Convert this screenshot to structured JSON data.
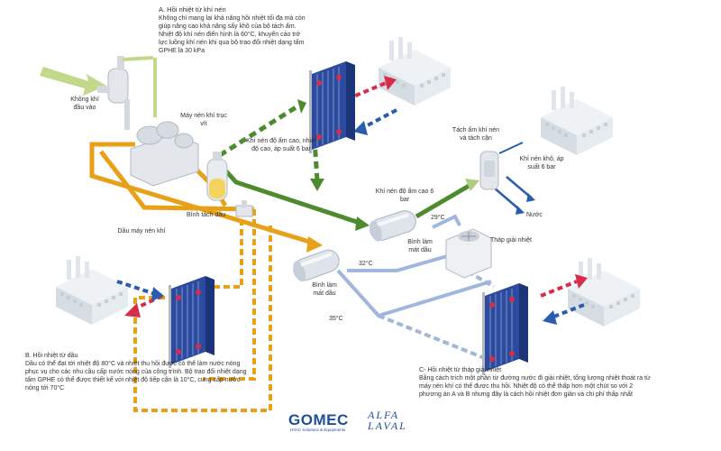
{
  "section_a": {
    "title": "A. Hồi nhiệt từ khí nén",
    "body": "Không chỉ mang lại khả năng hồi nhiệt tối đa mà còn giúp nâng cao khả năng sấy khô của bộ tách ẩm. Nhiệt độ khí nén điển hình là 60°C, khuyến cáo trở lực luồng khí nén khi qua bộ trao đổi nhiệt dạng tấm GPHE là 30 kPa"
  },
  "section_b": {
    "title": "B. Hồi nhiệt từ dầu",
    "body": "Dầu có thể đạt tới nhiệt độ 80°C và nhiệt thu hồi được có thể làm nước nóng phục vụ cho các nhu cầu cấp nước nóng của công trình. Bộ trao đổi nhiệt dạng tấm GPHE có thể được thiết kế với nhiệt độ tiếp cận là 10°C, cung cấp nước nóng tới 70°C"
  },
  "section_c": {
    "title": "C- Hồi nhiệt từ tháp giải nhiệt",
    "body": "Bằng cách trích một phần từ đường nước đi giải nhiệt, tổng lượng nhiệt thoát ra từ máy nén khí có thể được thu hồi. Nhiệt độ có thể thấp hơn một chút so với 2 phương án A và B nhưng đây là cách hồi nhiệt đơn giản và chi phí thấp nhất"
  },
  "labels": {
    "air_inlet": "Không khí đầu vào",
    "compressor": "Máy nén khí trục vít",
    "oil_separator": "Bình tách dầu",
    "compressor_oil": "Dầu máy nén khí",
    "hot_humid_air": "Khí nén độ ẩm cao, nhiệt độ cao, áp suất 6 bar",
    "humid_air_6bar": "Khí nén độ ẩm cao 6 bar",
    "dryer": "Tách ẩm khí nén và tách cặn",
    "dry_air": "Khí nén khô, áp suất 6 bar",
    "water": "Nước",
    "cooling_tower": "Tháp giải nhiệt",
    "oil_cooler_top": "Bình làm mát dầu",
    "oil_cooler_main": "Bình làm mát dầu"
  },
  "temperatures": {
    "t29": "29°C",
    "t32": "32°C",
    "t35": "35°C"
  },
  "brands": {
    "gomec": "GOMEC",
    "gomec_sub": "HVAC Solutions & Equipments",
    "alfa_line1": "ALFA",
    "alfa_line2": "LAVAL"
  },
  "colors": {
    "hot_water": "#d62d4a",
    "cold_water": "#2a5db0",
    "compressed_air": "#4e8b2f",
    "oil": "#e8a019",
    "cooling_water": "#9fb6de",
    "inlet_air": "#c2d98c",
    "brand_blue": "#1d4f9c"
  }
}
